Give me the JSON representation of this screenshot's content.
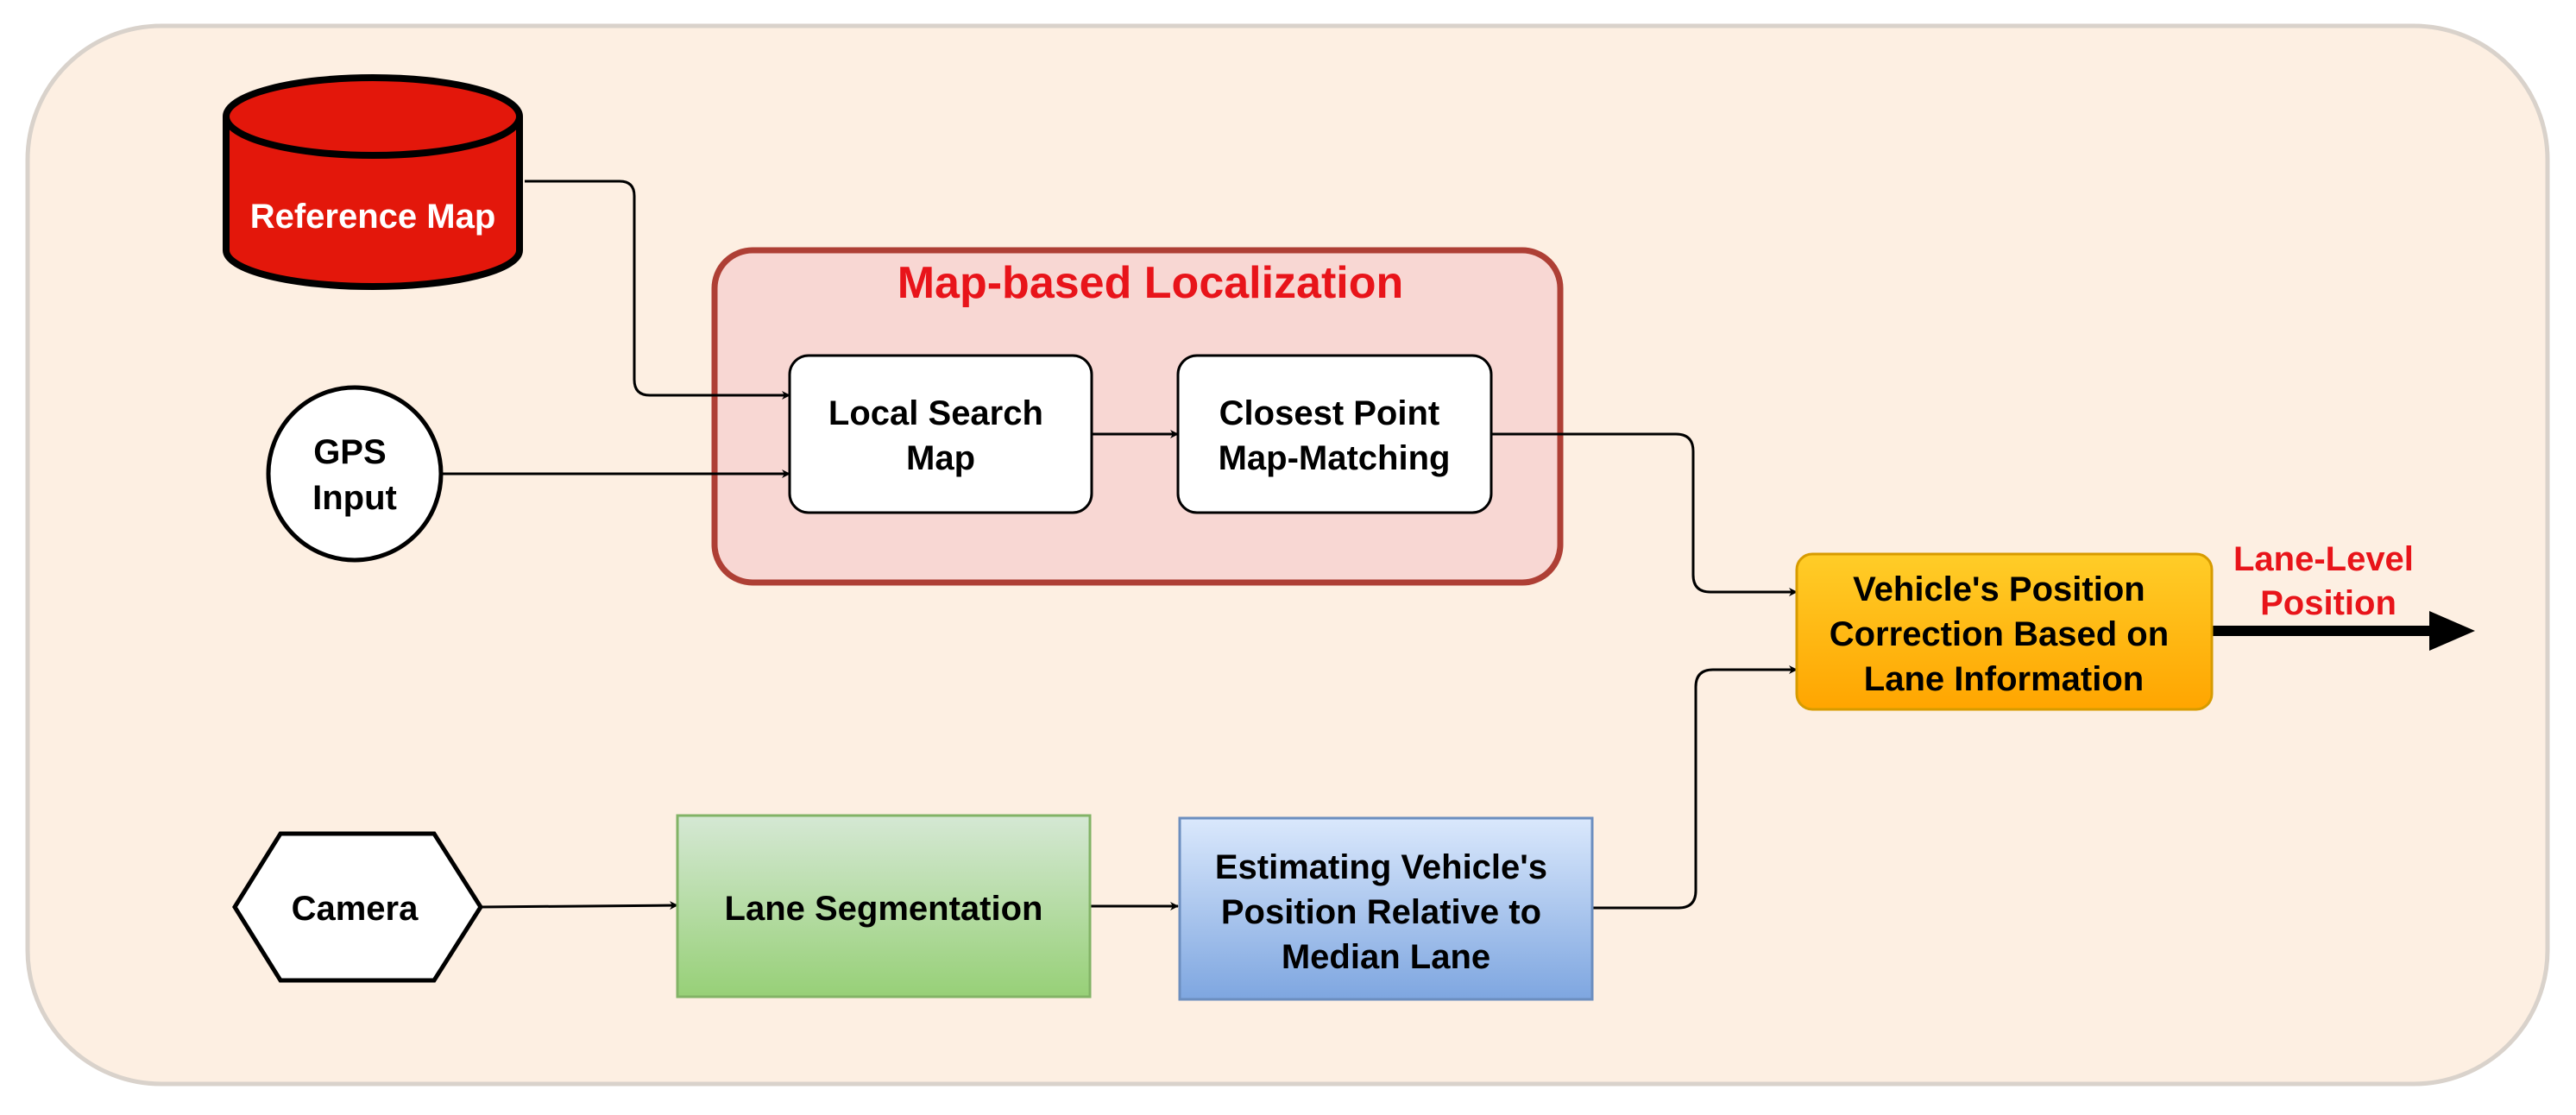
{
  "nodes": {
    "reference_map": {
      "label": "Reference Map"
    },
    "gps_input": {
      "label_lines": [
        "GPS",
        "Input"
      ]
    },
    "camera": {
      "label": "Camera"
    },
    "localization_group": {
      "title": "Map-based Localization"
    },
    "local_search_map": {
      "label_lines": [
        "Local Search",
        "Map"
      ]
    },
    "closest_point": {
      "label_lines": [
        "Closest Point",
        "Map-Matching"
      ]
    },
    "lane_segmentation": {
      "label": "Lane Segmentation"
    },
    "estimating_position": {
      "label_lines": [
        "Estimating Vehicle's",
        "Position Relative to",
        "Median Lane"
      ]
    },
    "position_correction": {
      "label_lines": [
        "Vehicle's Position",
        "Correction Based on",
        "Lane Information"
      ]
    }
  },
  "output": {
    "label_lines": [
      "Lane-Level",
      "Position"
    ]
  },
  "colors": {
    "background": "#fdefe2",
    "reference_map_fill": "#e3170b",
    "group_fill": "#f8d7d3",
    "group_border": "#ae3f35",
    "group_title": "#e8141a",
    "lane_seg_top": "#d5e8d4",
    "lane_seg_bottom": "#97d077",
    "estimate_top": "#dae8fc",
    "estimate_bottom": "#7ea6e0",
    "correction_top": "#ffcd28",
    "correction_bottom": "#ffa500",
    "output_label": "#e8141a"
  }
}
